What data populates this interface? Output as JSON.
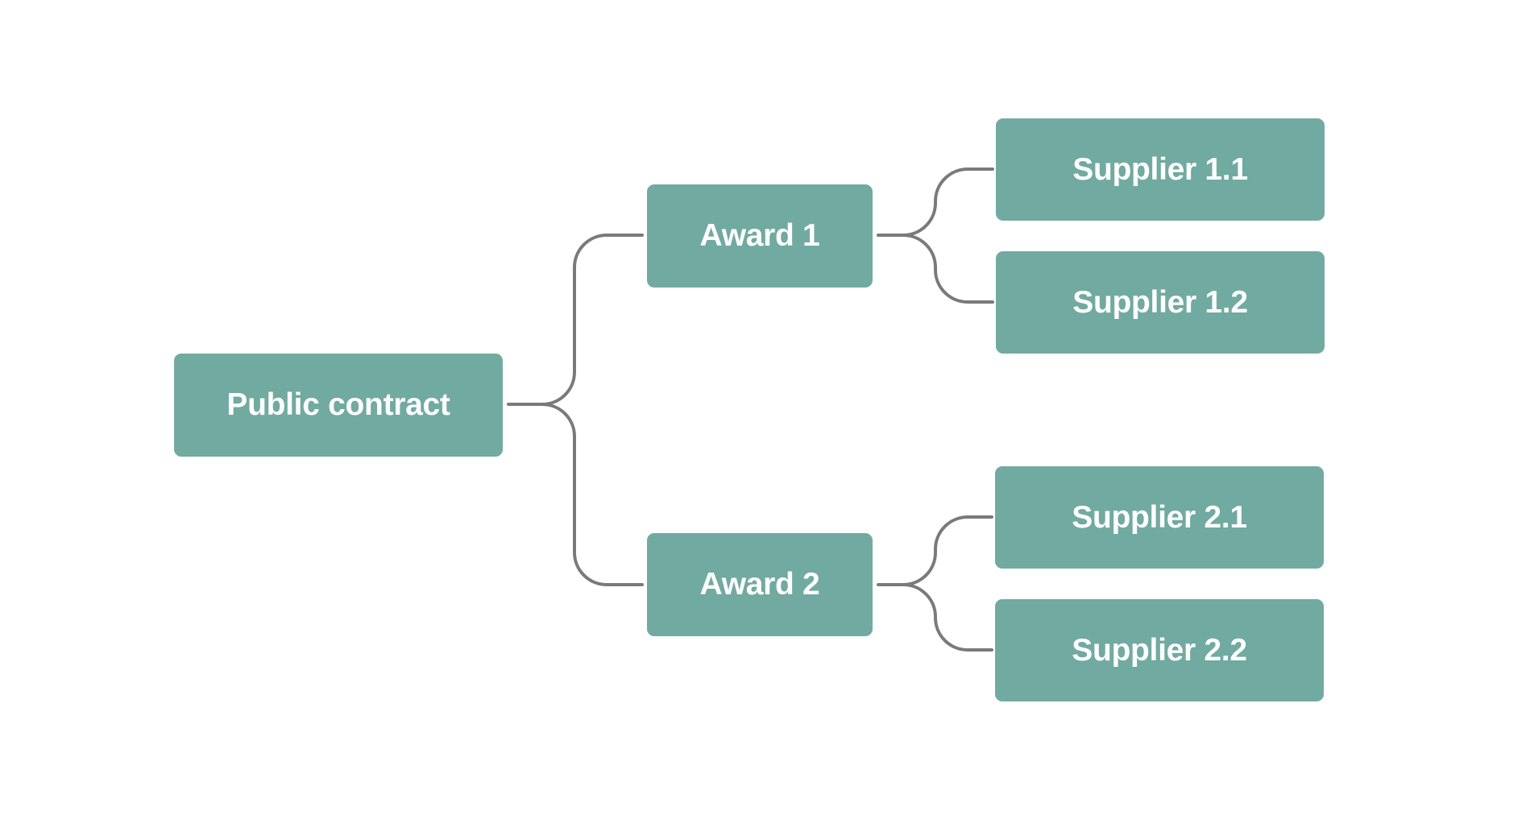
{
  "diagram": {
    "root": {
      "label": "Public contract"
    },
    "awards": [
      {
        "label": "Award 1"
      },
      {
        "label": "Award 2"
      }
    ],
    "suppliers": [
      {
        "label": "Supplier 1.1"
      },
      {
        "label": "Supplier 1.2"
      },
      {
        "label": "Supplier 2.1"
      },
      {
        "label": "Supplier 2.2"
      }
    ]
  },
  "colors": {
    "node_fill": "#71aaa1",
    "node_text": "#ffffff",
    "connector": "#7a7a7a",
    "background": "#ffffff"
  }
}
